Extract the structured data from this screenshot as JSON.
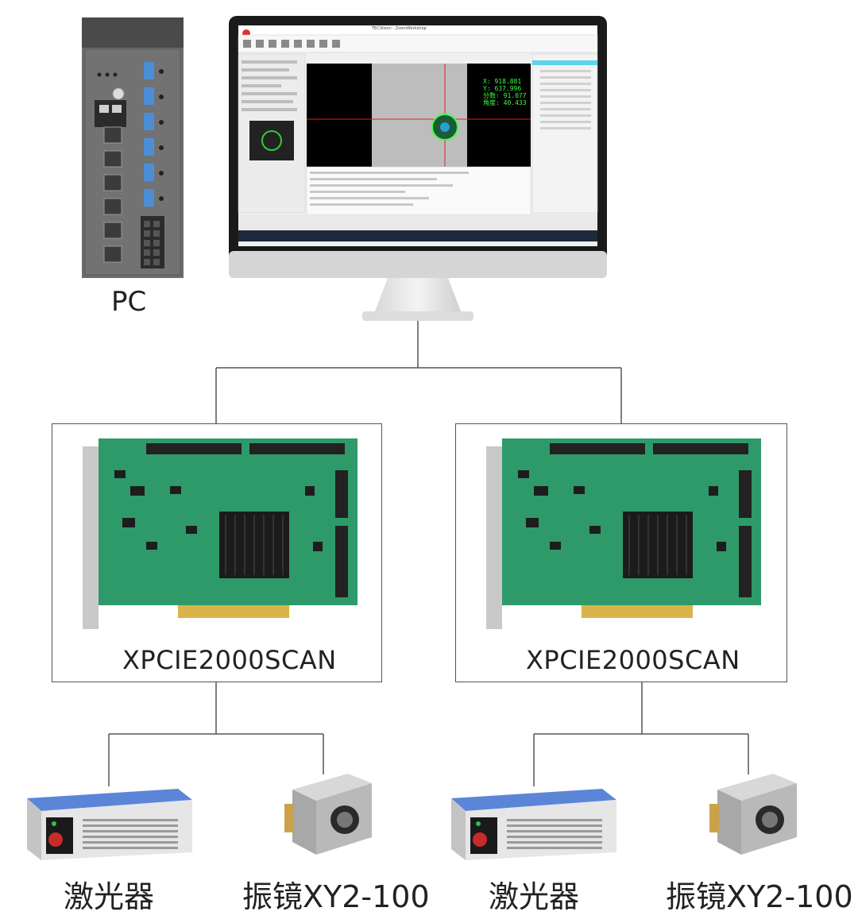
{
  "pc": {
    "label": "PC"
  },
  "monitor": {
    "window_title": "TECVision - ZoomWorkshop",
    "readout": {
      "x": "X: 918.881",
      "y": "Y: 637.996",
      "score": "分数: 91.077",
      "angle": "角度: 40.433"
    }
  },
  "cards": [
    {
      "label": "XPCIE2000SCAN"
    },
    {
      "label": "XPCIE2000SCAN"
    }
  ],
  "devices": [
    {
      "label": "激光器"
    },
    {
      "label": "振镜XY2-100"
    },
    {
      "label": "激光器"
    },
    {
      "label": "振镜XY2-100"
    }
  ],
  "colors": {
    "line": "#555555",
    "pcb": "#2e9a6a",
    "screen_bg": "#101010",
    "readout": "#3cff3c"
  }
}
